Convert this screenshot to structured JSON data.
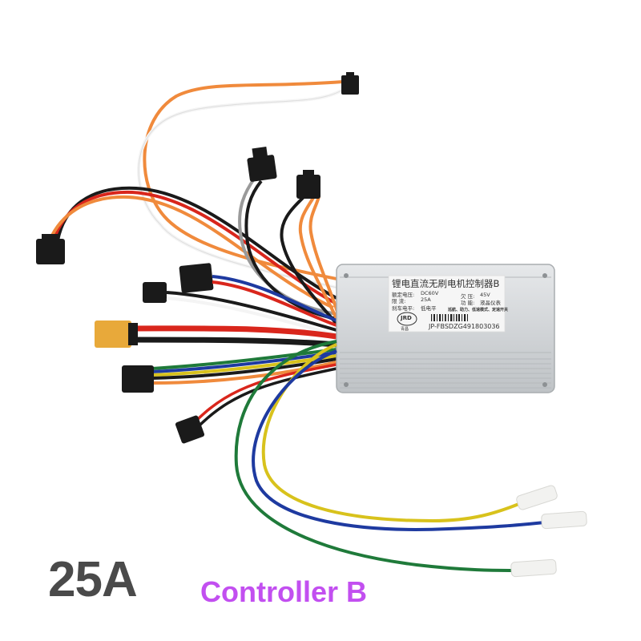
{
  "product": {
    "current_rating": "25A",
    "name": "Controller B",
    "name_color": "#c24ff0",
    "rating_color": "#4a4a4a"
  },
  "controller_label": {
    "title": "锂电直流无刷电机控制器B",
    "rated_voltage_label": "额定电压:",
    "rated_voltage_value": "DC60V",
    "current_limit_label": "限  流:",
    "current_limit_value": "25A",
    "undervoltage_label": "欠  压:",
    "undervoltage_value": "45V",
    "brake_level_label": "刹车电平:",
    "brake_level_value": "低电平",
    "function_label": "功  能:",
    "function_value": "液晶仪表",
    "features_note": "巡航、助力、低速模式、定速开关",
    "logo_text": "JRD",
    "brand": "青昌",
    "serial_number": "JP-FBSDZG491803036"
  },
  "wiring": {
    "colors": {
      "orange": "#f08a3c",
      "red": "#d9261c",
      "black": "#1a1a1a",
      "white": "#f4f4f4",
      "gray": "#9a9a9a",
      "green": "#1f7a3a",
      "blue": "#1e3aa0",
      "yellow": "#d8c21c",
      "xt60_yellow": "#e8a93a"
    },
    "phase_terminals": [
      "yellow",
      "blue",
      "green"
    ]
  }
}
